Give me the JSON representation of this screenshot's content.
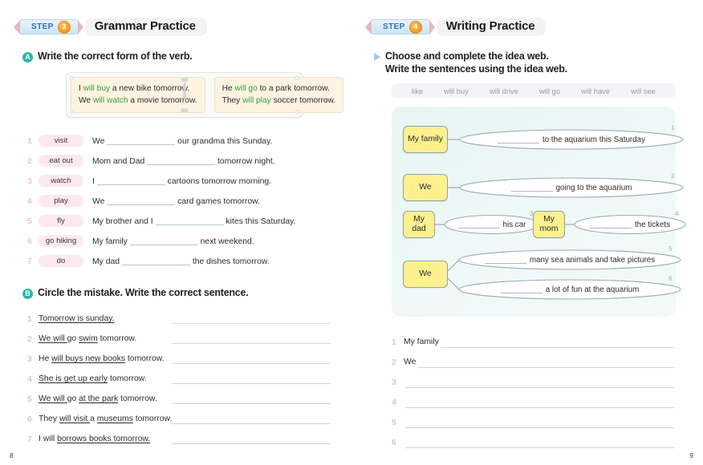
{
  "left_page": {
    "page_number": "8",
    "step": {
      "word": "STEP",
      "number": "3",
      "title": "Grammar Practice"
    },
    "section_a": {
      "marker": "A",
      "heading": "Write the correct form of the verb.",
      "example_box": {
        "left_lines": [
          {
            "pre": "I ",
            "verb": "will buy",
            "post": " a new bike tomorrow."
          },
          {
            "pre": "We ",
            "verb": "will watch",
            "post": " a movie tomorrow."
          }
        ],
        "right_lines": [
          {
            "pre": "He ",
            "verb": "will go",
            "post": " to a park tomorrow."
          },
          {
            "pre": "They ",
            "verb": "will play",
            "post": " soccer tomorrow."
          }
        ]
      },
      "items": [
        {
          "num": "1",
          "chip": "visit",
          "before": "We",
          "after": "our grandma this Sunday."
        },
        {
          "num": "2",
          "chip": "eat out",
          "before": "Mom and Dad",
          "after": "tomorrow night."
        },
        {
          "num": "3",
          "chip": "watch",
          "before": "I",
          "after": "cartoons tomorrow morning."
        },
        {
          "num": "4",
          "chip": "play",
          "before": "We",
          "after": "card games tomorrow."
        },
        {
          "num": "5",
          "chip": "fly",
          "before": "My brother and I",
          "after": "kites this Saturday."
        },
        {
          "num": "6",
          "chip": "go hiking",
          "before": "My family",
          "after": "next weekend."
        },
        {
          "num": "7",
          "chip": "do",
          "before": "My dad",
          "after": "the dishes tomorrow."
        }
      ]
    },
    "section_b": {
      "marker": "B",
      "heading": "Circle the mistake. Write the correct sentence.",
      "items": [
        {
          "num": "1",
          "parts": [
            {
              "t": "Tomorrow ",
              "u": true
            },
            {
              "t": "is ",
              "u": true
            },
            {
              "t": "sunday.",
              "u": true
            }
          ]
        },
        {
          "num": "2",
          "parts": [
            {
              "t": "We ",
              "u": true
            },
            {
              "t": "will ",
              "u": true
            },
            {
              "t": "go ",
              "u": false
            },
            {
              "t": "swim",
              "u": true
            },
            {
              "t": " tomorrow.",
              "u": false
            }
          ]
        },
        {
          "num": "3",
          "parts": [
            {
              "t": "He ",
              "u": false
            },
            {
              "t": "will ",
              "u": true
            },
            {
              "t": "buys ",
              "u": true
            },
            {
              "t": "new books",
              "u": true
            },
            {
              "t": " tomorrow.",
              "u": false
            }
          ]
        },
        {
          "num": "4",
          "parts": [
            {
              "t": "She ",
              "u": true
            },
            {
              "t": "is ",
              "u": true
            },
            {
              "t": "get up early",
              "u": true
            },
            {
              "t": " tomorrow.",
              "u": false
            }
          ]
        },
        {
          "num": "5",
          "parts": [
            {
              "t": "We ",
              "u": true
            },
            {
              "t": "will ",
              "u": true
            },
            {
              "t": "go ",
              "u": false
            },
            {
              "t": "at the park",
              "u": true
            },
            {
              "t": " tomorrow.",
              "u": false
            }
          ]
        },
        {
          "num": "6",
          "parts": [
            {
              "t": "They ",
              "u": false
            },
            {
              "t": "will ",
              "u": true
            },
            {
              "t": "visit ",
              "u": true
            },
            {
              "t": "a ",
              "u": false
            },
            {
              "t": "museums",
              "u": true
            },
            {
              "t": " tomorrow.",
              "u": false
            }
          ]
        },
        {
          "num": "7",
          "parts": [
            {
              "t": "I will ",
              "u": false
            },
            {
              "t": "borrows ",
              "u": true
            },
            {
              "t": "books ",
              "u": true
            },
            {
              "t": "tomorrow.",
              "u": true
            }
          ]
        }
      ]
    }
  },
  "right_page": {
    "page_number": "9",
    "step": {
      "word": "STEP",
      "number": "4",
      "title": "Writing Practice"
    },
    "instruction_line_1": "Choose and complete the idea web.",
    "instruction_line_2": "Write the sentences using the idea web.",
    "word_bank": [
      "like",
      "will buy",
      "will drive",
      "will go",
      "will have",
      "will see"
    ],
    "idea_web": {
      "nodes": [
        {
          "id": "n1",
          "label": "My family"
        },
        {
          "id": "n2",
          "label": "We"
        },
        {
          "id": "n3",
          "label": "My\ndad"
        },
        {
          "id": "n4",
          "label": "My\nmom"
        },
        {
          "id": "n5",
          "label": "We"
        }
      ],
      "bubbles": [
        {
          "num": "1",
          "text": "to the aquarium this Saturday"
        },
        {
          "num": "2",
          "text": "going to the aquarium"
        },
        {
          "num": "3",
          "text": "his car"
        },
        {
          "num": "4",
          "text": "the tickets"
        },
        {
          "num": "5",
          "text": "many sea animals and take pictures"
        },
        {
          "num": "6",
          "text": "a lot of fun at the aquarium"
        }
      ]
    },
    "writing_lines": [
      {
        "num": "1",
        "prefill": "My family"
      },
      {
        "num": "2",
        "prefill": "We"
      },
      {
        "num": "3",
        "prefill": ""
      },
      {
        "num": "4",
        "prefill": ""
      },
      {
        "num": "5",
        "prefill": ""
      },
      {
        "num": "6",
        "prefill": ""
      }
    ]
  },
  "colors": {
    "accent_teal": "#2fb5a8",
    "accent_orange": "#ef8d1d",
    "accent_blue": "#2f6fb5",
    "chip_pink": "#fce8ee",
    "verb_green": "#3aa142",
    "node_yellow": "#fdf08e",
    "example_cream": "#fdf3e0"
  }
}
